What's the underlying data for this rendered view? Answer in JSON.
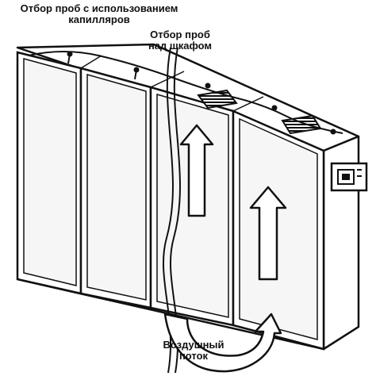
{
  "labels": {
    "capillary_line1": "Отбор проб с использованием",
    "capillary_line2": "капилляров",
    "above_line1": "Отбор проб",
    "above_line2": "над шкафом",
    "airflow_line1": "Воздушный",
    "airflow_line2": "поток"
  },
  "icons": [
    "arrow-up-icon",
    "curved-arrow-icon",
    "sampling-pipe-icon",
    "capillary-node-icon",
    "vent-grille-icon",
    "detector-panel-icon"
  ],
  "colors": {
    "ink": "#111111",
    "paper": "#ffffff",
    "panel": "#f6f6f6"
  }
}
